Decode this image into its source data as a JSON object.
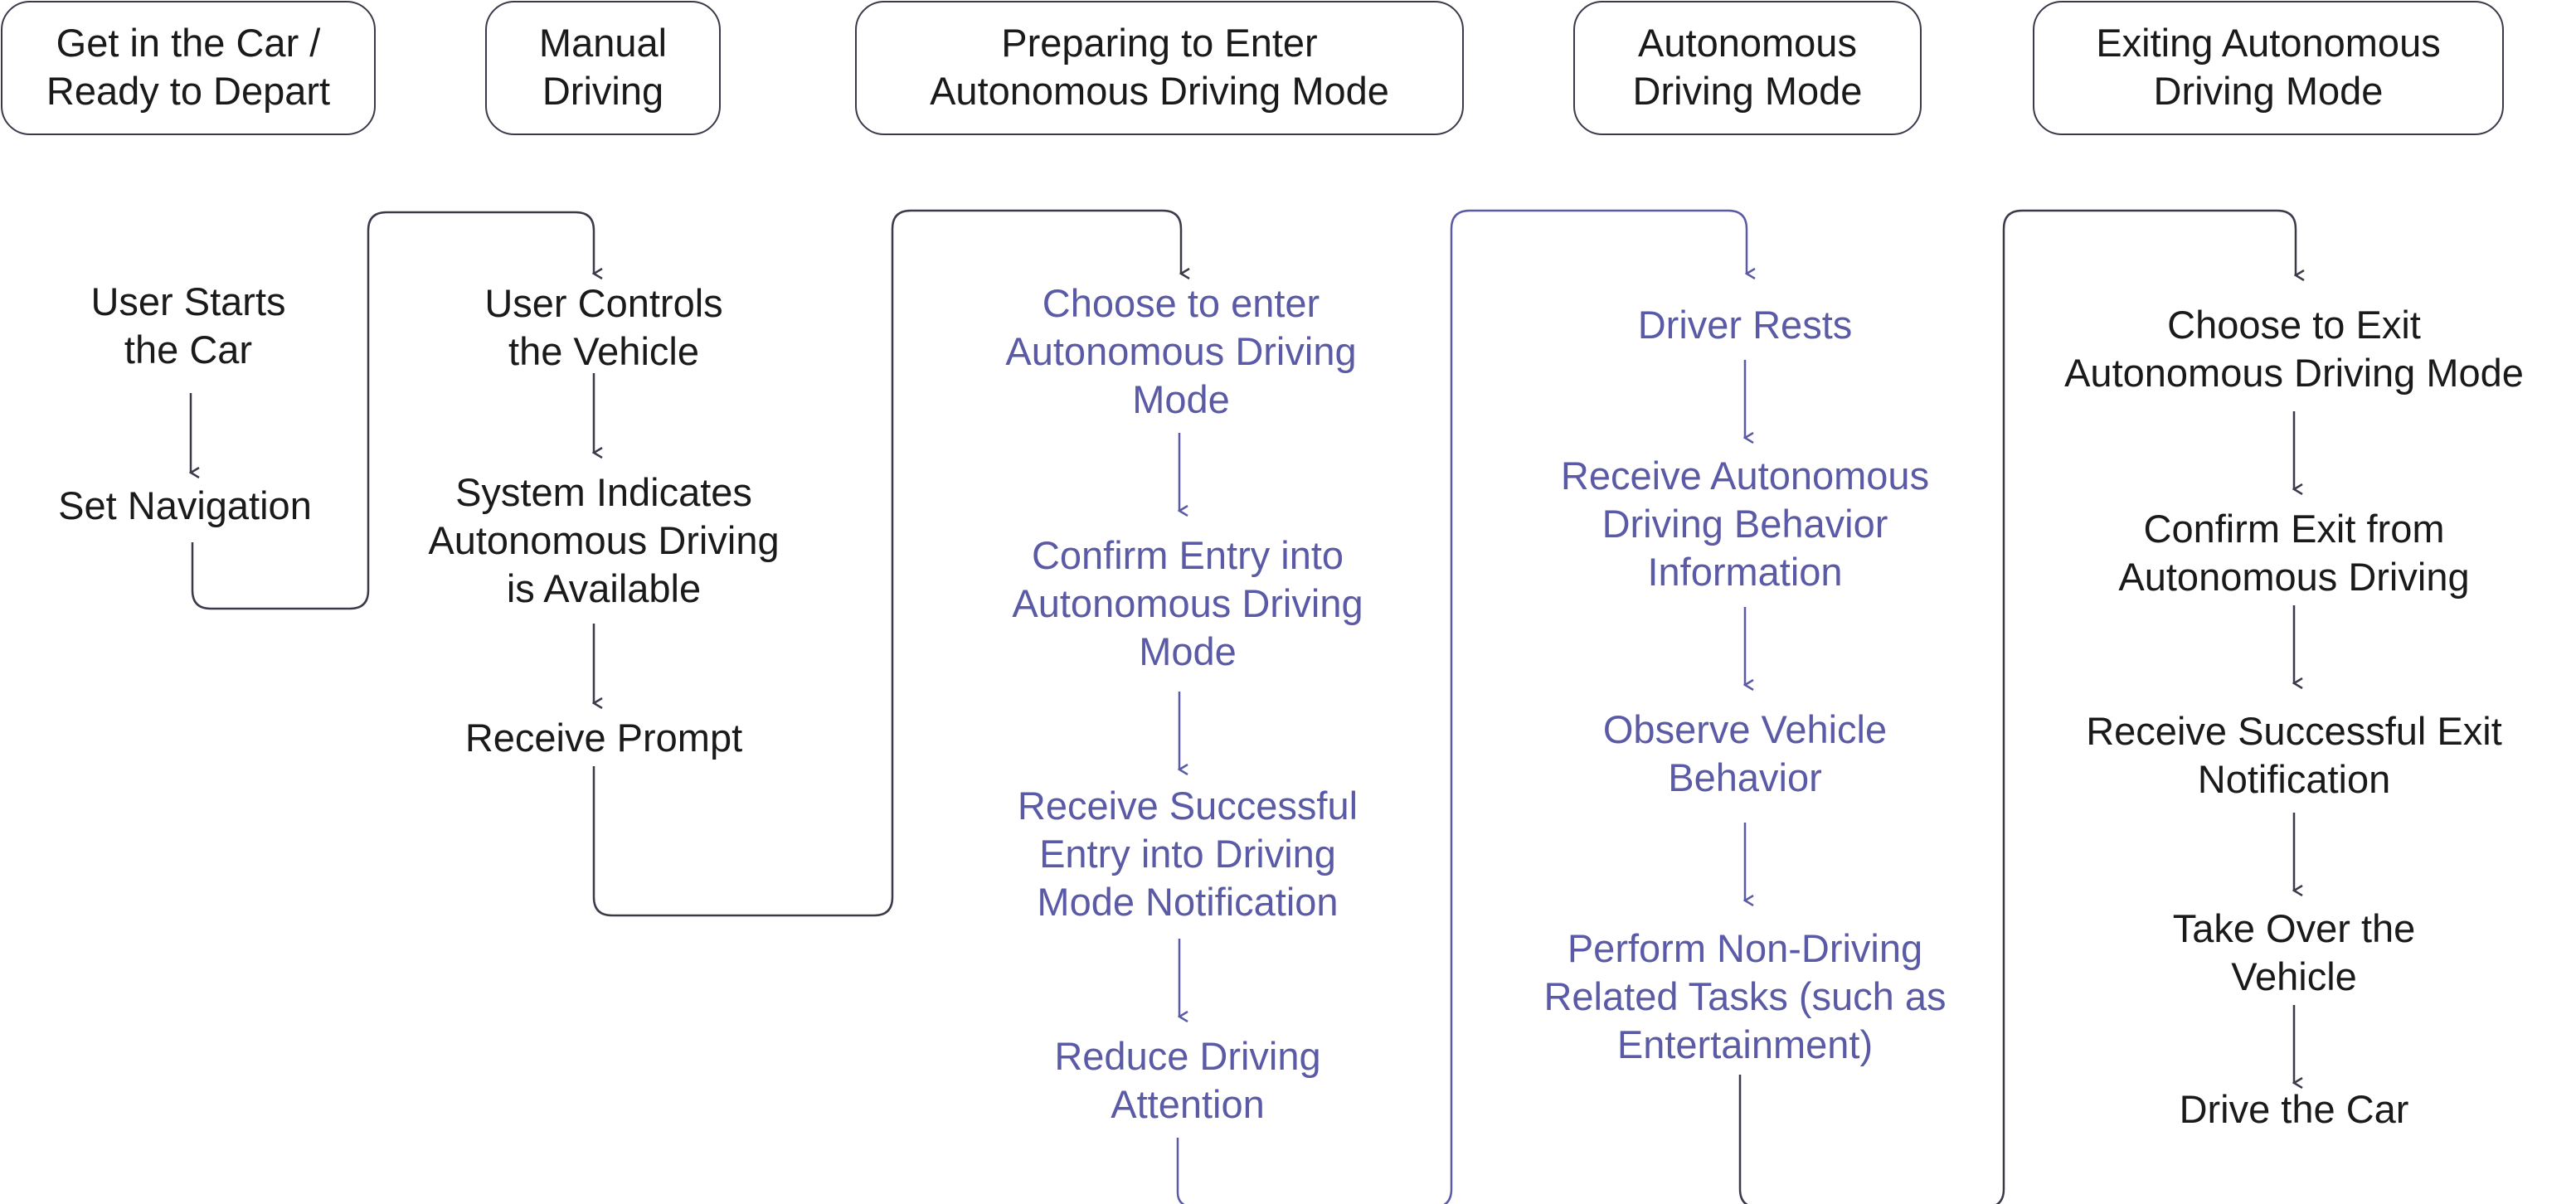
{
  "colors": {
    "dark": "#1a1a1a",
    "purple": "#5a5aa6",
    "line_dark": "#3a3a4a"
  },
  "stages": [
    {
      "line1": "Get in the Car /",
      "line2": "Ready to Depart"
    },
    {
      "line1": "Manual",
      "line2": "Driving"
    },
    {
      "line1": "Preparing to Enter",
      "line2": "Autonomous Driving Mode"
    },
    {
      "line1": "Autonomous",
      "line2": "Driving Mode"
    },
    {
      "line1": "Exiting Autonomous",
      "line2": "Driving Mode"
    }
  ],
  "steps": {
    "s1": [
      "User Starts",
      "the Car"
    ],
    "s2": [
      "Set Navigation"
    ],
    "s3": [
      "User Controls",
      "the Vehicle"
    ],
    "s4": [
      "System Indicates",
      "Autonomous Driving",
      "is Available"
    ],
    "s5": [
      "Receive Prompt"
    ],
    "s6": [
      "Choose to enter",
      "Autonomous Driving",
      "Mode"
    ],
    "s7": [
      "Confirm Entry into",
      "Autonomous Driving",
      "Mode"
    ],
    "s8": [
      "Receive Successful",
      "Entry into Driving",
      "Mode Notification"
    ],
    "s9": [
      "Reduce Driving",
      "Attention"
    ],
    "s10": [
      "Driver Rests"
    ],
    "s11": [
      "Receive Autonomous",
      "Driving Behavior",
      "Information"
    ],
    "s12": [
      "Observe Vehicle",
      "Behavior"
    ],
    "s13": [
      "Perform Non-Driving",
      "Related Tasks (such as",
      "Entertainment)"
    ],
    "s14": [
      "Choose to Exit",
      "Autonomous Driving Mode"
    ],
    "s15": [
      "Confirm Exit from",
      "Autonomous Driving"
    ],
    "s16": [
      "Receive Successful Exit",
      "Notification"
    ],
    "s17": [
      "Take Over the",
      "Vehicle"
    ],
    "s18": [
      "Drive the Car"
    ]
  }
}
